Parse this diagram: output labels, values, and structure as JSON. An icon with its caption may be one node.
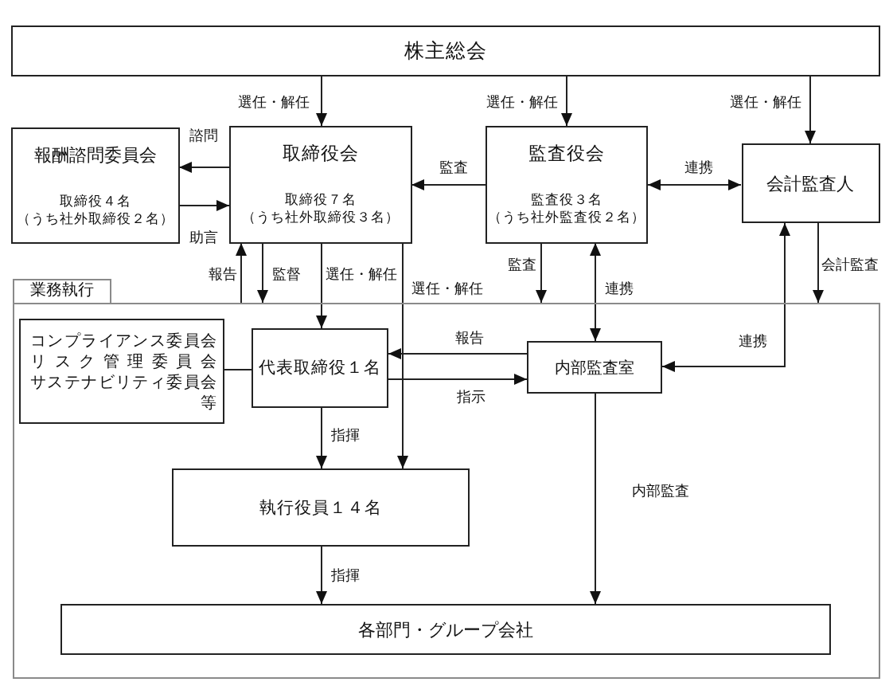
{
  "diagram": {
    "nodes": [
      {
        "text": [
          "株主総会"
        ]
      },
      {
        "text": [
          "報酬諮問委員会",
          "取締役４名（うち社外取締役２名）"
        ]
      },
      {
        "text": [
          "取締役会",
          "取締役７名（うち社外取締役３名）"
        ]
      },
      {
        "text": [
          "監査役会",
          "監査役３名（うち社外監査役２名）"
        ]
      },
      {
        "text": [
          "会計監査人"
        ]
      },
      {
        "text": [
          "業務執行"
        ]
      },
      {
        "text": [
          "コンプライアンス委員会",
          "リスク管理委員会",
          "サステナビリティ委員会",
          "等"
        ],
        "in": 5
      },
      {
        "text": [
          "代表取締役１名"
        ],
        "in": 5
      },
      {
        "text": [
          "内部監査室"
        ],
        "in": 5
      },
      {
        "text": [
          "執行役員１４名"
        ],
        "in": 5
      },
      {
        "text": [
          "各部門・グループ会社"
        ],
        "in": 5
      }
    ],
    "edges": [
      {
        "from": 0,
        "to": 2,
        "arrow": "to",
        "label": "選任・解任"
      },
      {
        "from": 0,
        "to": 3,
        "arrow": "to",
        "label": "選任・解任"
      },
      {
        "from": 0,
        "to": 4,
        "arrow": "to",
        "label": "選任・解任"
      },
      {
        "from": 2,
        "to": 1,
        "arrow": "to",
        "label": "諮問"
      },
      {
        "from": 1,
        "to": 2,
        "arrow": "to",
        "label": "助言"
      },
      {
        "from": 3,
        "to": 2,
        "arrow": "to",
        "label": "監査"
      },
      {
        "from": 3,
        "to": 4,
        "arrow": "both",
        "label": "連携"
      },
      {
        "from": 5,
        "to": 2,
        "arrow": "to",
        "label": "報告"
      },
      {
        "from": 2,
        "to": 5,
        "arrow": "to",
        "label": "監督"
      },
      {
        "from": 2,
        "to": 7,
        "arrow": "to",
        "label": "選任・解任"
      },
      {
        "from": 2,
        "to": 9,
        "arrow": "to",
        "label": "選任・解任"
      },
      {
        "from": 3,
        "to": 5,
        "arrow": "to",
        "label": "監査"
      },
      {
        "from": 3,
        "to": 8,
        "arrow": "both",
        "label": "連携"
      },
      {
        "from": 4,
        "to": 5,
        "arrow": "to",
        "label": "会計監査"
      },
      {
        "from": 8,
        "to": 4,
        "arrow": "both",
        "label": "連携"
      },
      {
        "from": 8,
        "to": 7,
        "arrow": "to",
        "label": "報告"
      },
      {
        "from": 7,
        "to": 8,
        "arrow": "to",
        "label": "指示"
      },
      {
        "from": 6,
        "to": 7,
        "arrow": "none"
      },
      {
        "from": 7,
        "to": 9,
        "arrow": "to",
        "label": "指揮"
      },
      {
        "from": 9,
        "to": 10,
        "arrow": "to",
        "label": "指揮"
      },
      {
        "from": 8,
        "to": 10,
        "arrow": "to",
        "label": "内部監査"
      }
    ]
  }
}
